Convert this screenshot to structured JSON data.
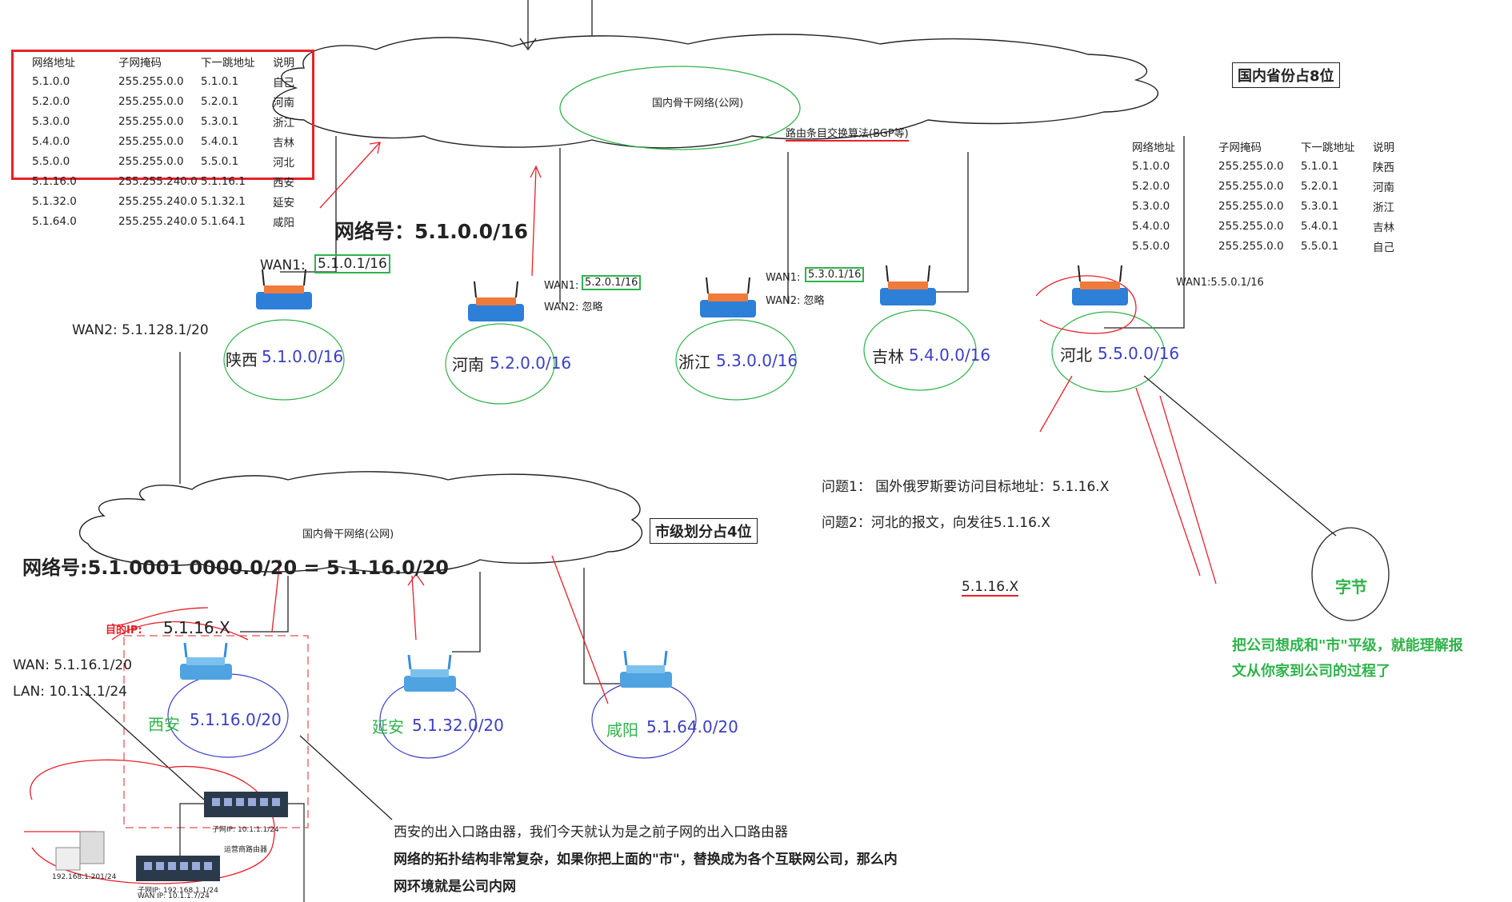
{
  "left_table": {
    "headers": [
      "网络地址",
      "子网掩码",
      "下一跳地址",
      "说明"
    ],
    "rows": [
      [
        "5.1.0.0",
        "255.255.0.0",
        "5.1.0.1",
        "自己"
      ],
      [
        "5.2.0.0",
        "255.255.0.0",
        "5.2.0.1",
        "河南"
      ],
      [
        "5.3.0.0",
        "255.255.0.0",
        "5.3.0.1",
        "浙江"
      ],
      [
        "5.4.0.0",
        "255.255.0.0",
        "5.4.0.1",
        "吉林"
      ],
      [
        "5.5.0.0",
        "255.255.0.0",
        "5.5.0.1",
        "河北"
      ]
    ],
    "extra_rows": [
      [
        "5.1.16.0",
        "255.255.240.0",
        "5.1.16.1",
        "西安"
      ],
      [
        "5.1.32.0",
        "255.255.240.0",
        "5.1.32.1",
        "延安"
      ],
      [
        "5.1.64.0",
        "255.255.240.0",
        "5.1.64.1",
        "咸阳"
      ]
    ]
  },
  "right_table": {
    "headers": [
      "网络地址",
      "子网掩码",
      "下一跳地址",
      "说明"
    ],
    "rows": [
      [
        "5.1.0.0",
        "255.255.0.0",
        "5.1.0.1",
        "陕西"
      ],
      [
        "5.2.0.0",
        "255.255.0.0",
        "5.2.0.1",
        "河南"
      ],
      [
        "5.3.0.0",
        "255.255.0.0",
        "5.3.0.1",
        "浙江"
      ],
      [
        "5.4.0.0",
        "255.255.0.0",
        "5.4.0.1",
        "吉林"
      ],
      [
        "5.5.0.0",
        "255.255.0.0",
        "5.5.0.1",
        "自己"
      ]
    ]
  },
  "top_cloud": {
    "label": "国内骨干网络(公网)",
    "bgp": "路由条目交换算法(BGP等)",
    "tag": "国内省份占8位"
  },
  "network_number": "网络号：5.1.0.0/16",
  "provinces": {
    "shaanxi": {
      "name": "陕西",
      "net": "5.1.0.0/16",
      "wan1_prefix": "WAN1:",
      "wan1": "5.1.0.1/16",
      "wan2": "WAN2: 5.1.128.1/20"
    },
    "henan": {
      "name": "河南",
      "net": "5.2.0.0/16",
      "wan1_prefix": "WAN1:",
      "wan1": "5.2.0.1/16",
      "wan2": "WAN2: 忽略"
    },
    "zhejiang": {
      "name": "浙江",
      "net": "5.3.0.0/16",
      "wan1_prefix": "WAN1:",
      "wan1": "5.3.0.1/16",
      "wan2": "WAN2: 忽略"
    },
    "jilin": {
      "name": "吉林",
      "net": "5.4.0.0/16"
    },
    "hebei": {
      "name": "河北",
      "net": "5.5.0.0/16",
      "wan1": "WAN1:5.5.0.1/16"
    }
  },
  "questions": {
    "q1": "问题1：  国外俄罗斯要访问目标地址：5.1.16.X",
    "q2": "问题2：河北的报文，向发往5.1.16.X",
    "addr": "5.1.16.X"
  },
  "byte_circle": "字节",
  "green_note": [
    "把公司想成和\"市\"平级，就能理解报",
    "文从你家到公司的过程了"
  ],
  "bottom_cloud": {
    "label": "国内骨干网络(公网)",
    "tag": "市级划分占4位",
    "network_number": "网络号:5.1.0001 0000.0/20 = 5.1.16.0/20"
  },
  "cities": {
    "xian": {
      "name": "西安",
      "net": "5.1.16.0/20",
      "wan": "WAN: 5.1.16.1/20",
      "lan": "LAN: 10.1.1.1/24"
    },
    "yanan": {
      "name": "延安",
      "net": "5.1.32.0/20"
    },
    "xianyang": {
      "name": "咸阳",
      "net": "5.1.64.0/20"
    }
  },
  "dest_ip": {
    "label": "目的IP:",
    "value": "5.1.16.X"
  },
  "bottom_notes": {
    "line1": "西安的出入口路由器，我们今天就认为是之前子网的出入口路由器",
    "line2": "网络的拓扑结构非常复杂，如果你把上面的\"市\"，替换成为各个互联网公司，那么内",
    "line3": "网环境就是公司内网"
  },
  "small_labels": {
    "switch1": "子网IP: 10.1.1.1/24",
    "switch2": "运营商路由器",
    "pc": "192.168.1.201/24",
    "sw2_sub": "子网IP: 192.168.1.1/24",
    "sw2_wan": "WAN IP: 10.1.1.7/24"
  },
  "colors": {
    "accent_red": "#e8202a",
    "accent_green": "#2fb34a",
    "net_blue": "#3a3fc6",
    "router": "#f07a3a",
    "router_blue": "#3a8fd6"
  }
}
